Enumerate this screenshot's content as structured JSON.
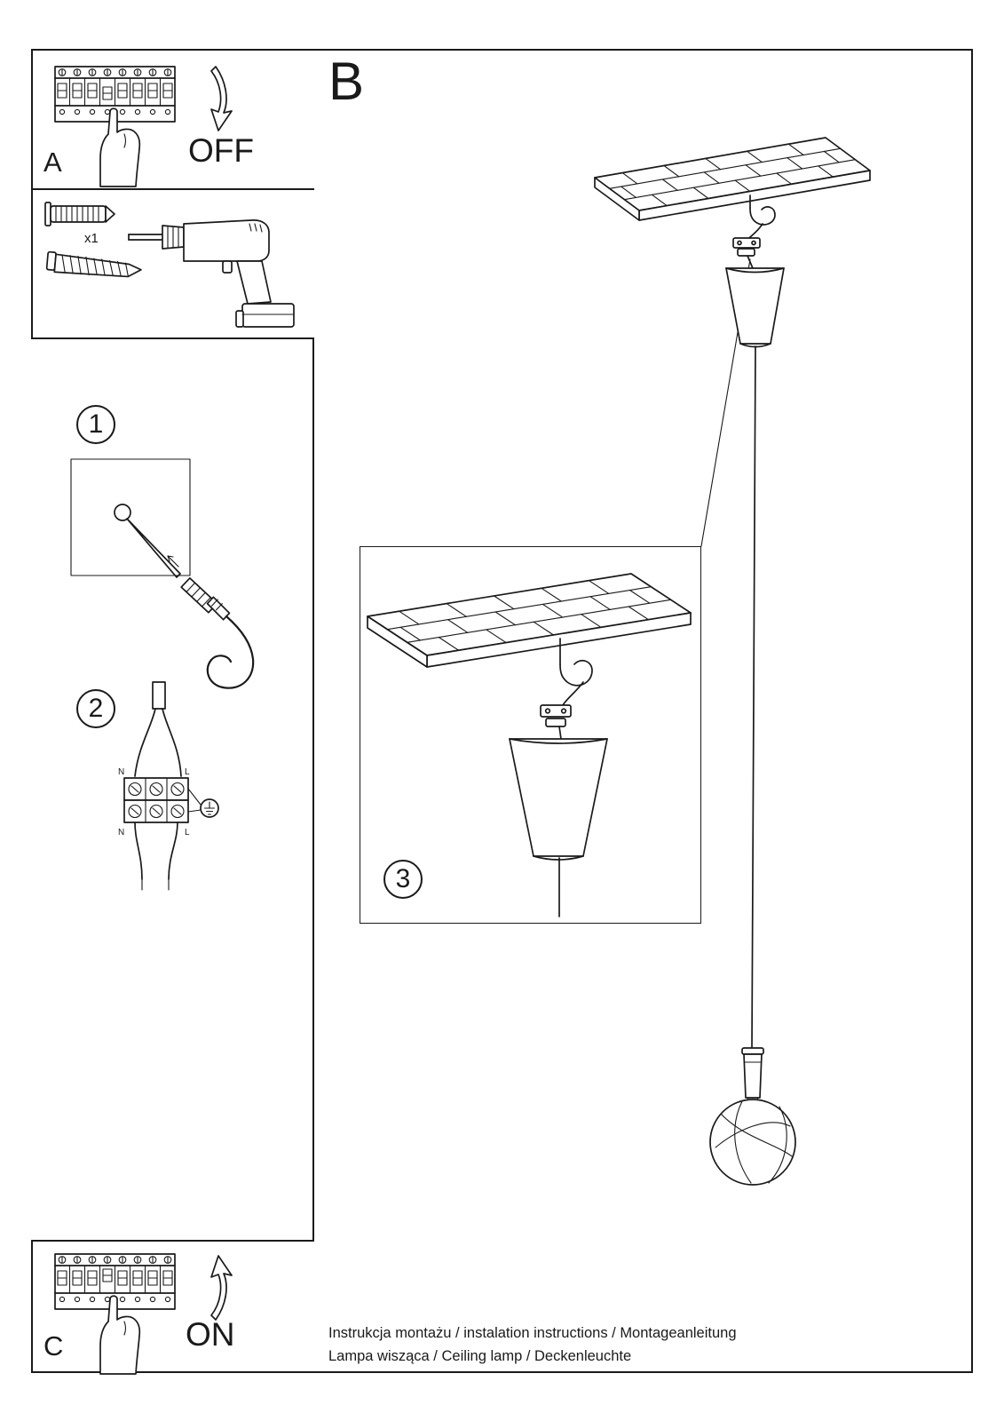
{
  "page": {
    "background": "#ffffff",
    "ink": "#1a1a1a"
  },
  "panel_a": {
    "label": "A",
    "switch_state": "OFF"
  },
  "panel_b": {
    "label": "B"
  },
  "panel_c": {
    "label": "C",
    "switch_state": "ON"
  },
  "hardware": {
    "plug_quantity": "x1"
  },
  "steps": {
    "one": "1",
    "two": "2",
    "three": "3"
  },
  "wiring_labels": {
    "top_n": "N",
    "top_l": "L",
    "bottom_n": "N",
    "bottom_l": "L"
  },
  "footer": {
    "line1": "Instrukcja montażu / instalation instructions / Montageanleitung",
    "line2": "Lampa wisząca / Ceiling lamp  / Deckenleuchte"
  }
}
